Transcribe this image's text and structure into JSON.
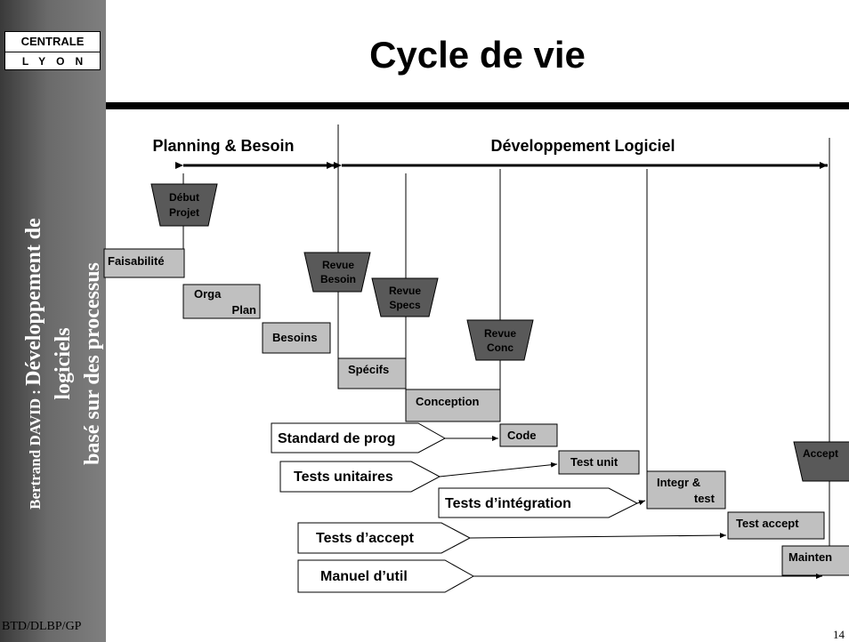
{
  "logo": {
    "line1": "CENTRALE",
    "line2": "LYON"
  },
  "sidebar": {
    "author": "Bertrand DAVID : ",
    "title_line1": "Développement de logiciels",
    "title_line2": "basé sur des processus"
  },
  "footer": {
    "code": "BTD/DLBP/GP",
    "page": "14"
  },
  "slide": {
    "title": "Cycle de vie"
  },
  "diagram": {
    "phases": {
      "planning": "Planning & Besoin",
      "development": "Développement Logiciel"
    },
    "milestones": [
      {
        "line1": "Début",
        "line2": "Projet"
      },
      {
        "line1": "Revue",
        "line2": "Besoin"
      },
      {
        "line1": "Revue",
        "line2": "Specs"
      },
      {
        "line1": "Revue",
        "line2": "Conc"
      },
      {
        "line1": "Accept",
        "line2": ""
      }
    ],
    "activities": [
      {
        "line1": "Faisabilité",
        "line2": ""
      },
      {
        "line1": "Orga",
        "line2": "Plan"
      },
      {
        "line1": "Besoins",
        "line2": ""
      },
      {
        "line1": "Spécifs",
        "line2": ""
      },
      {
        "line1": "Conception",
        "line2": ""
      },
      {
        "line1": "Code",
        "line2": ""
      },
      {
        "line1": "Test unit",
        "line2": ""
      },
      {
        "line1": "Integr &",
        "line2": "test"
      },
      {
        "line1": "Test accept",
        "line2": ""
      },
      {
        "line1": "Mainten",
        "line2": ""
      }
    ],
    "documents": [
      "Standard de prog",
      "Tests unitaires",
      "Tests d’intégration",
      "Tests d’accept",
      "Manuel d’util"
    ],
    "colors": {
      "milestone_fill": "#595959",
      "activity_fill": "#c0c0c0",
      "sidebar": "#6a6a6a"
    }
  }
}
